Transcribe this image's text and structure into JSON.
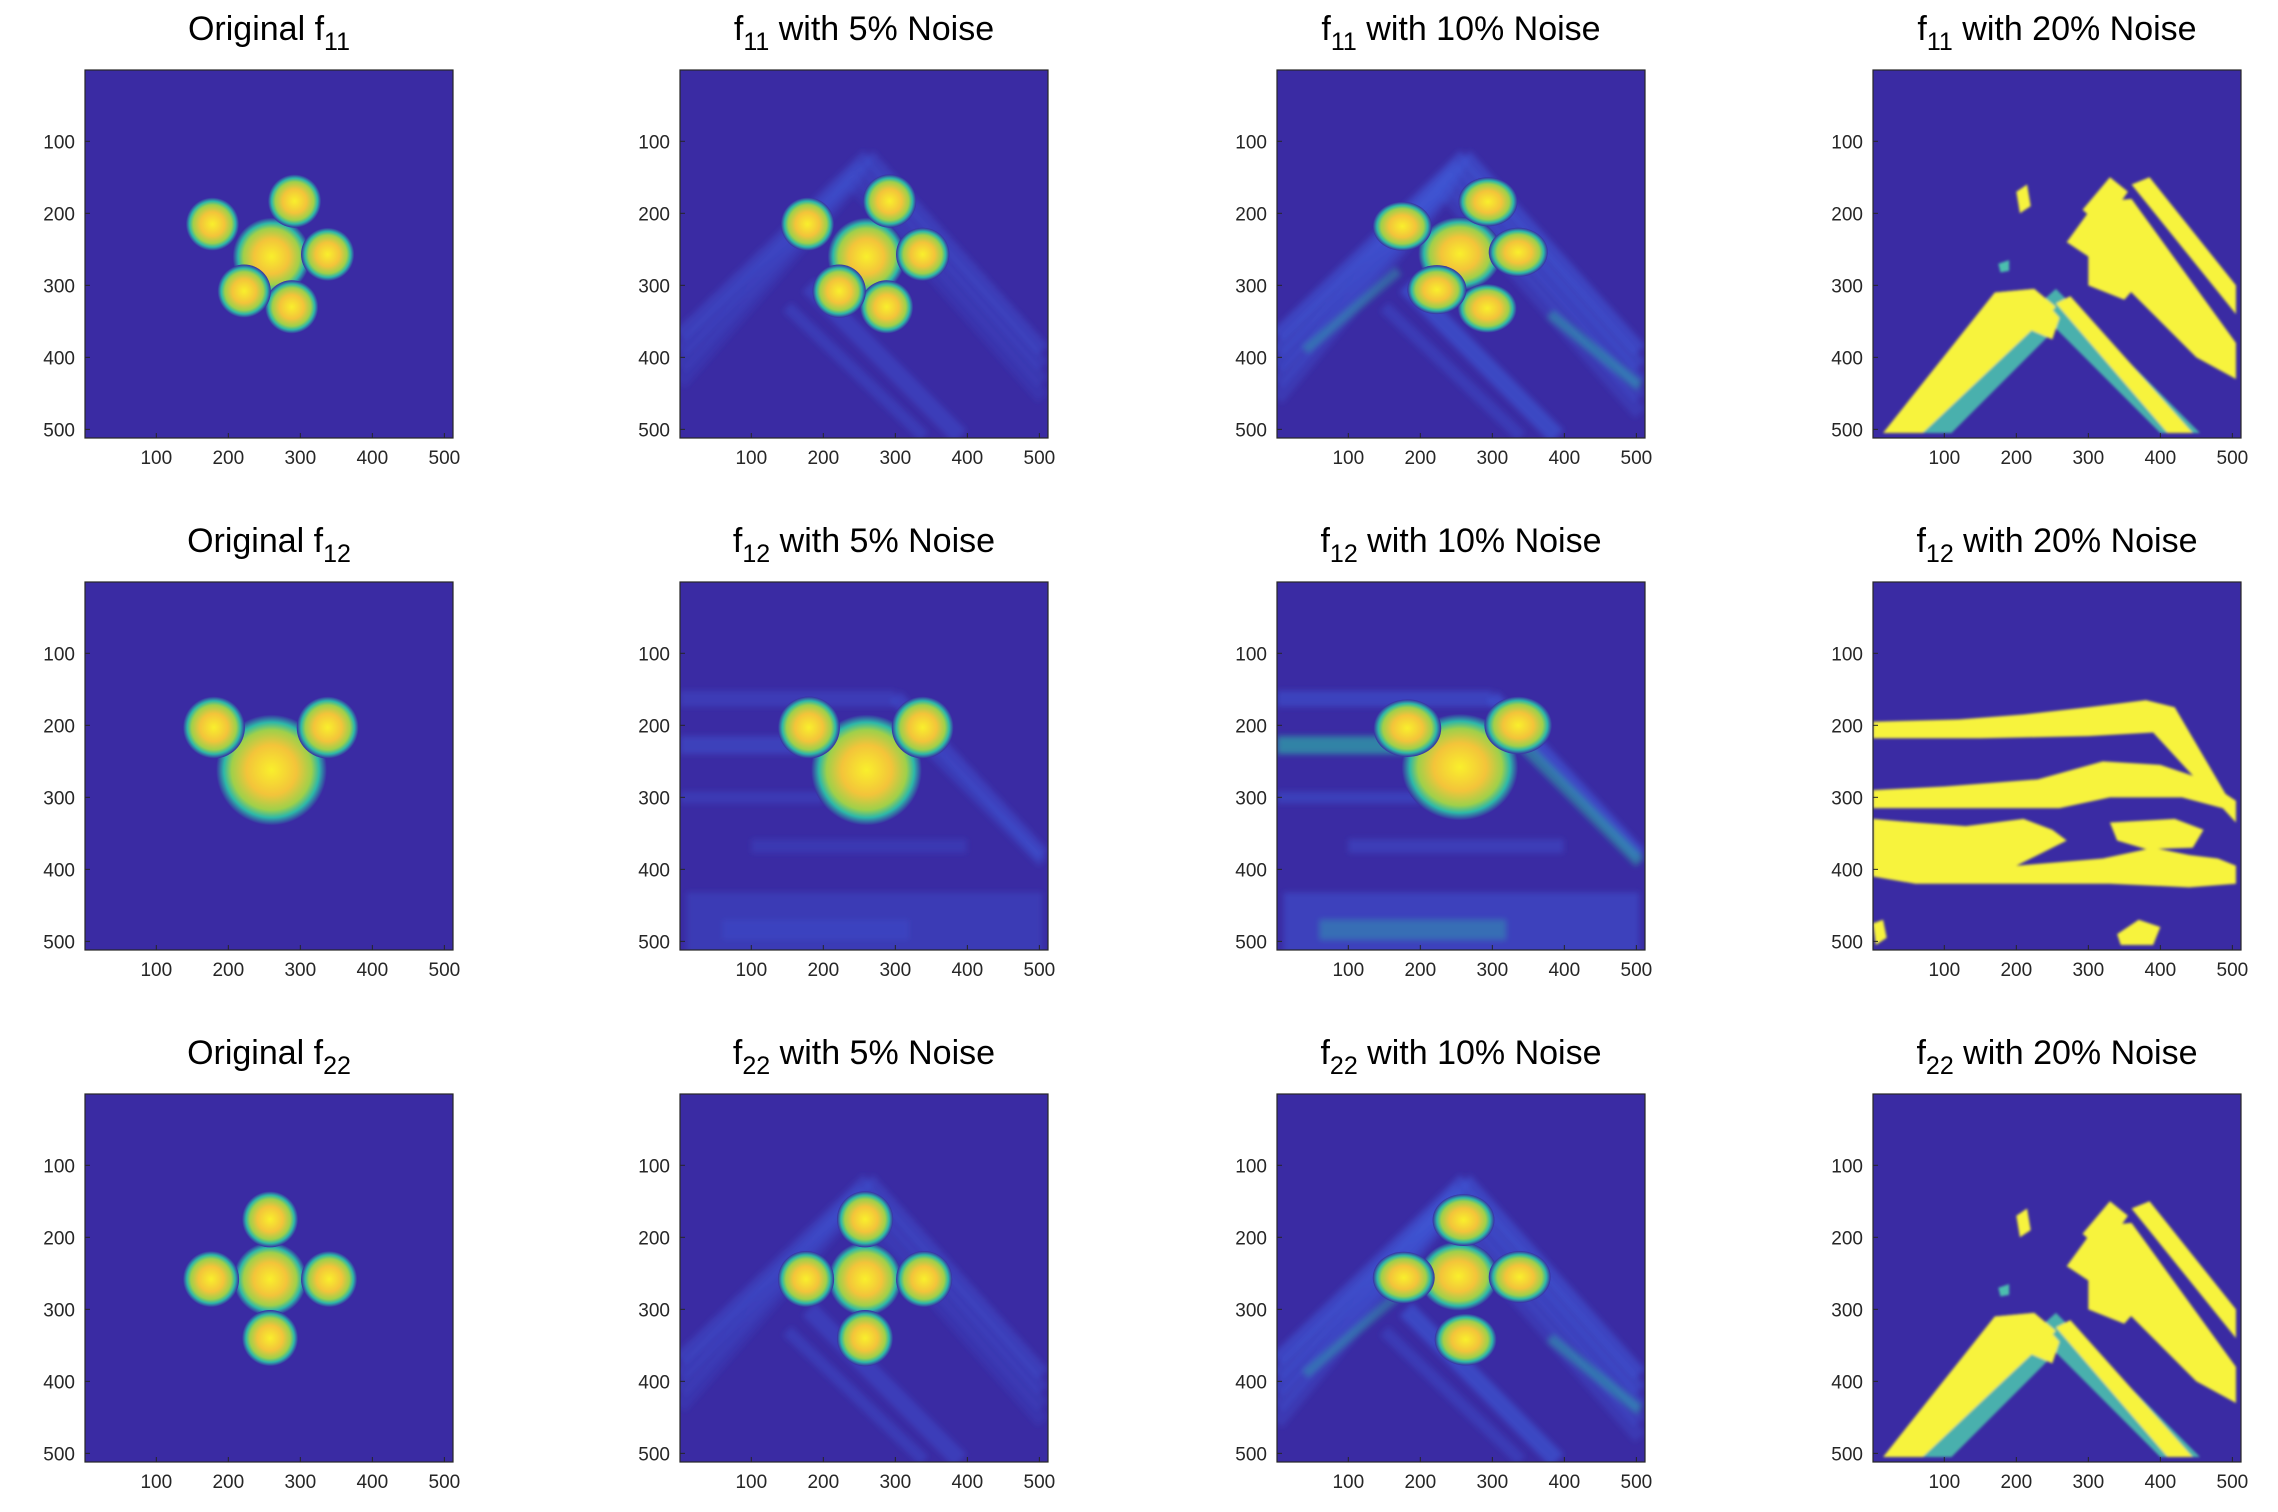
{
  "figure": {
    "colors": {
      "background": "#3a2ba3",
      "ring": "#2db8a8",
      "core": "#f3c43a",
      "hot": "#f9ef2c",
      "streak": "#3f5ad9",
      "noise_fill": "#f7f33c",
      "noise_edge": "#4bbfae"
    }
  },
  "chart_data": [
    {
      "type": "heatmap",
      "title": {
        "pre": "Original f",
        "sub": "11",
        "post": ""
      },
      "image": "f11",
      "noise_percent": 0,
      "xlim": [
        1,
        512
      ],
      "ylim": [
        1,
        512
      ],
      "xticks": [
        100,
        200,
        300,
        400,
        500
      ],
      "yticks": [
        100,
        200,
        300,
        400,
        500
      ],
      "grid": false
    },
    {
      "type": "heatmap",
      "title": {
        "pre": "f",
        "sub": "11",
        "post": " with 5% Noise"
      },
      "image": "f11",
      "noise_percent": 5,
      "xlim": [
        1,
        512
      ],
      "ylim": [
        1,
        512
      ],
      "xticks": [
        100,
        200,
        300,
        400,
        500
      ],
      "yticks": [
        100,
        200,
        300,
        400,
        500
      ],
      "grid": false
    },
    {
      "type": "heatmap",
      "title": {
        "pre": "f",
        "sub": "11",
        "post": " with 10% Noise"
      },
      "image": "f11",
      "noise_percent": 10,
      "xlim": [
        1,
        512
      ],
      "ylim": [
        1,
        512
      ],
      "xticks": [
        100,
        200,
        300,
        400,
        500
      ],
      "yticks": [
        100,
        200,
        300,
        400,
        500
      ],
      "grid": false
    },
    {
      "type": "heatmap",
      "title": {
        "pre": "f",
        "sub": "11",
        "post": " with 20% Noise"
      },
      "image": "f11",
      "noise_percent": 20,
      "xlim": [
        1,
        512
      ],
      "ylim": [
        1,
        512
      ],
      "xticks": [
        100,
        200,
        300,
        400,
        500
      ],
      "yticks": [
        100,
        200,
        300,
        400,
        500
      ],
      "grid": false
    },
    {
      "type": "heatmap",
      "title": {
        "pre": "Original f",
        "sub": "12",
        "post": ""
      },
      "image": "f12",
      "noise_percent": 0,
      "xlim": [
        1,
        512
      ],
      "ylim": [
        1,
        512
      ],
      "xticks": [
        100,
        200,
        300,
        400,
        500
      ],
      "yticks": [
        100,
        200,
        300,
        400,
        500
      ],
      "grid": false
    },
    {
      "type": "heatmap",
      "title": {
        "pre": "f",
        "sub": "12",
        "post": " with 5% Noise"
      },
      "image": "f12",
      "noise_percent": 5,
      "xlim": [
        1,
        512
      ],
      "ylim": [
        1,
        512
      ],
      "xticks": [
        100,
        200,
        300,
        400,
        500
      ],
      "yticks": [
        100,
        200,
        300,
        400,
        500
      ],
      "grid": false
    },
    {
      "type": "heatmap",
      "title": {
        "pre": "f",
        "sub": "12",
        "post": " with 10% Noise"
      },
      "image": "f12",
      "noise_percent": 10,
      "xlim": [
        1,
        512
      ],
      "ylim": [
        1,
        512
      ],
      "xticks": [
        100,
        200,
        300,
        400,
        500
      ],
      "yticks": [
        100,
        200,
        300,
        400,
        500
      ],
      "grid": false
    },
    {
      "type": "heatmap",
      "title": {
        "pre": "f",
        "sub": "12",
        "post": " with 20% Noise"
      },
      "image": "f12",
      "noise_percent": 20,
      "xlim": [
        1,
        512
      ],
      "ylim": [
        1,
        512
      ],
      "xticks": [
        100,
        200,
        300,
        400,
        500
      ],
      "yticks": [
        100,
        200,
        300,
        400,
        500
      ],
      "grid": false
    },
    {
      "type": "heatmap",
      "title": {
        "pre": "Original f",
        "sub": "22",
        "post": ""
      },
      "image": "f22",
      "noise_percent": 0,
      "xlim": [
        1,
        512
      ],
      "ylim": [
        1,
        512
      ],
      "xticks": [
        100,
        200,
        300,
        400,
        500
      ],
      "yticks": [
        100,
        200,
        300,
        400,
        500
      ],
      "grid": false
    },
    {
      "type": "heatmap",
      "title": {
        "pre": "f",
        "sub": "22",
        "post": " with 5% Noise"
      },
      "image": "f22",
      "noise_percent": 5,
      "xlim": [
        1,
        512
      ],
      "ylim": [
        1,
        512
      ],
      "xticks": [
        100,
        200,
        300,
        400,
        500
      ],
      "yticks": [
        100,
        200,
        300,
        400,
        500
      ],
      "grid": false
    },
    {
      "type": "heatmap",
      "title": {
        "pre": "f",
        "sub": "22",
        "post": " with 10% Noise"
      },
      "image": "f22",
      "noise_percent": 10,
      "xlim": [
        1,
        512
      ],
      "ylim": [
        1,
        512
      ],
      "xticks": [
        100,
        200,
        300,
        400,
        500
      ],
      "yticks": [
        100,
        200,
        300,
        400,
        500
      ],
      "grid": false
    },
    {
      "type": "heatmap",
      "title": {
        "pre": "f",
        "sub": "22",
        "post": " with 20% Noise"
      },
      "image": "f22",
      "noise_percent": 20,
      "xlim": [
        1,
        512
      ],
      "ylim": [
        1,
        512
      ],
      "xticks": [
        100,
        200,
        300,
        400,
        500
      ],
      "yticks": [
        100,
        200,
        300,
        400,
        500
      ],
      "grid": false
    }
  ],
  "blobs": {
    "f11": [
      [
        260,
        260,
        55
      ],
      [
        292,
        183,
        38
      ],
      [
        338,
        257,
        38
      ],
      [
        288,
        330,
        38
      ],
      [
        222,
        308,
        38
      ],
      [
        178,
        215,
        38
      ]
    ],
    "f12": [
      [
        260,
        262,
        78
      ],
      [
        180,
        203,
        44
      ],
      [
        338,
        203,
        44
      ]
    ],
    "f22": [
      [
        258,
        258,
        52
      ],
      [
        258,
        175,
        40
      ],
      [
        340,
        258,
        40
      ],
      [
        258,
        340,
        40
      ],
      [
        176,
        258,
        40
      ]
    ]
  }
}
